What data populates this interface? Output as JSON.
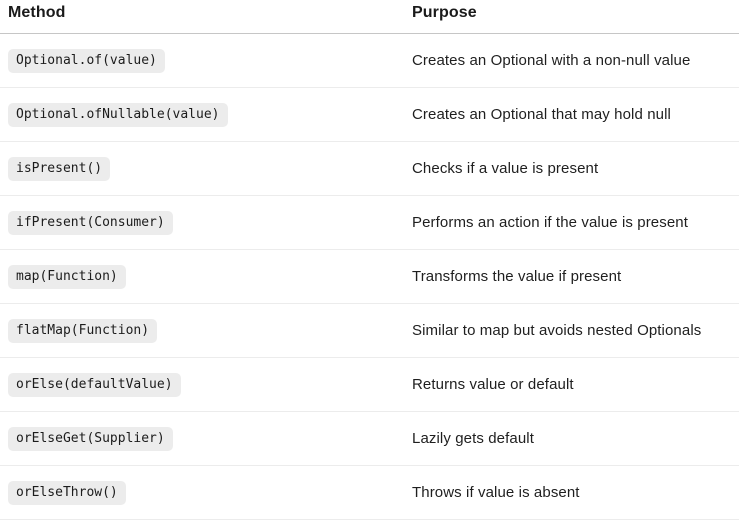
{
  "table": {
    "columns": [
      {
        "label": "Method"
      },
      {
        "label": "Purpose"
      }
    ],
    "rows": [
      {
        "method": "Optional.of(value)",
        "purpose": "Creates an Optional with a non-null value"
      },
      {
        "method": "Optional.ofNullable(value)",
        "purpose": "Creates an Optional that may hold null"
      },
      {
        "method": "isPresent()",
        "purpose": "Checks if a value is present"
      },
      {
        "method": "ifPresent(Consumer)",
        "purpose": "Performs an action if the value is present"
      },
      {
        "method": "map(Function)",
        "purpose": "Transforms the value if present"
      },
      {
        "method": "flatMap(Function)",
        "purpose": "Similar to map but avoids nested Optionals"
      },
      {
        "method": "orElse(defaultValue)",
        "purpose": "Returns value or default"
      },
      {
        "method": "orElseGet(Supplier)",
        "purpose": "Lazily gets default"
      },
      {
        "method": "orElseThrow()",
        "purpose": "Throws if value is absent"
      }
    ],
    "colors": {
      "header_border": "#c6c6c6",
      "row_border": "#ececec",
      "badge_background": "#ececec",
      "heading_text": "#1a1a1a",
      "body_text": "#1f1f1f"
    }
  }
}
